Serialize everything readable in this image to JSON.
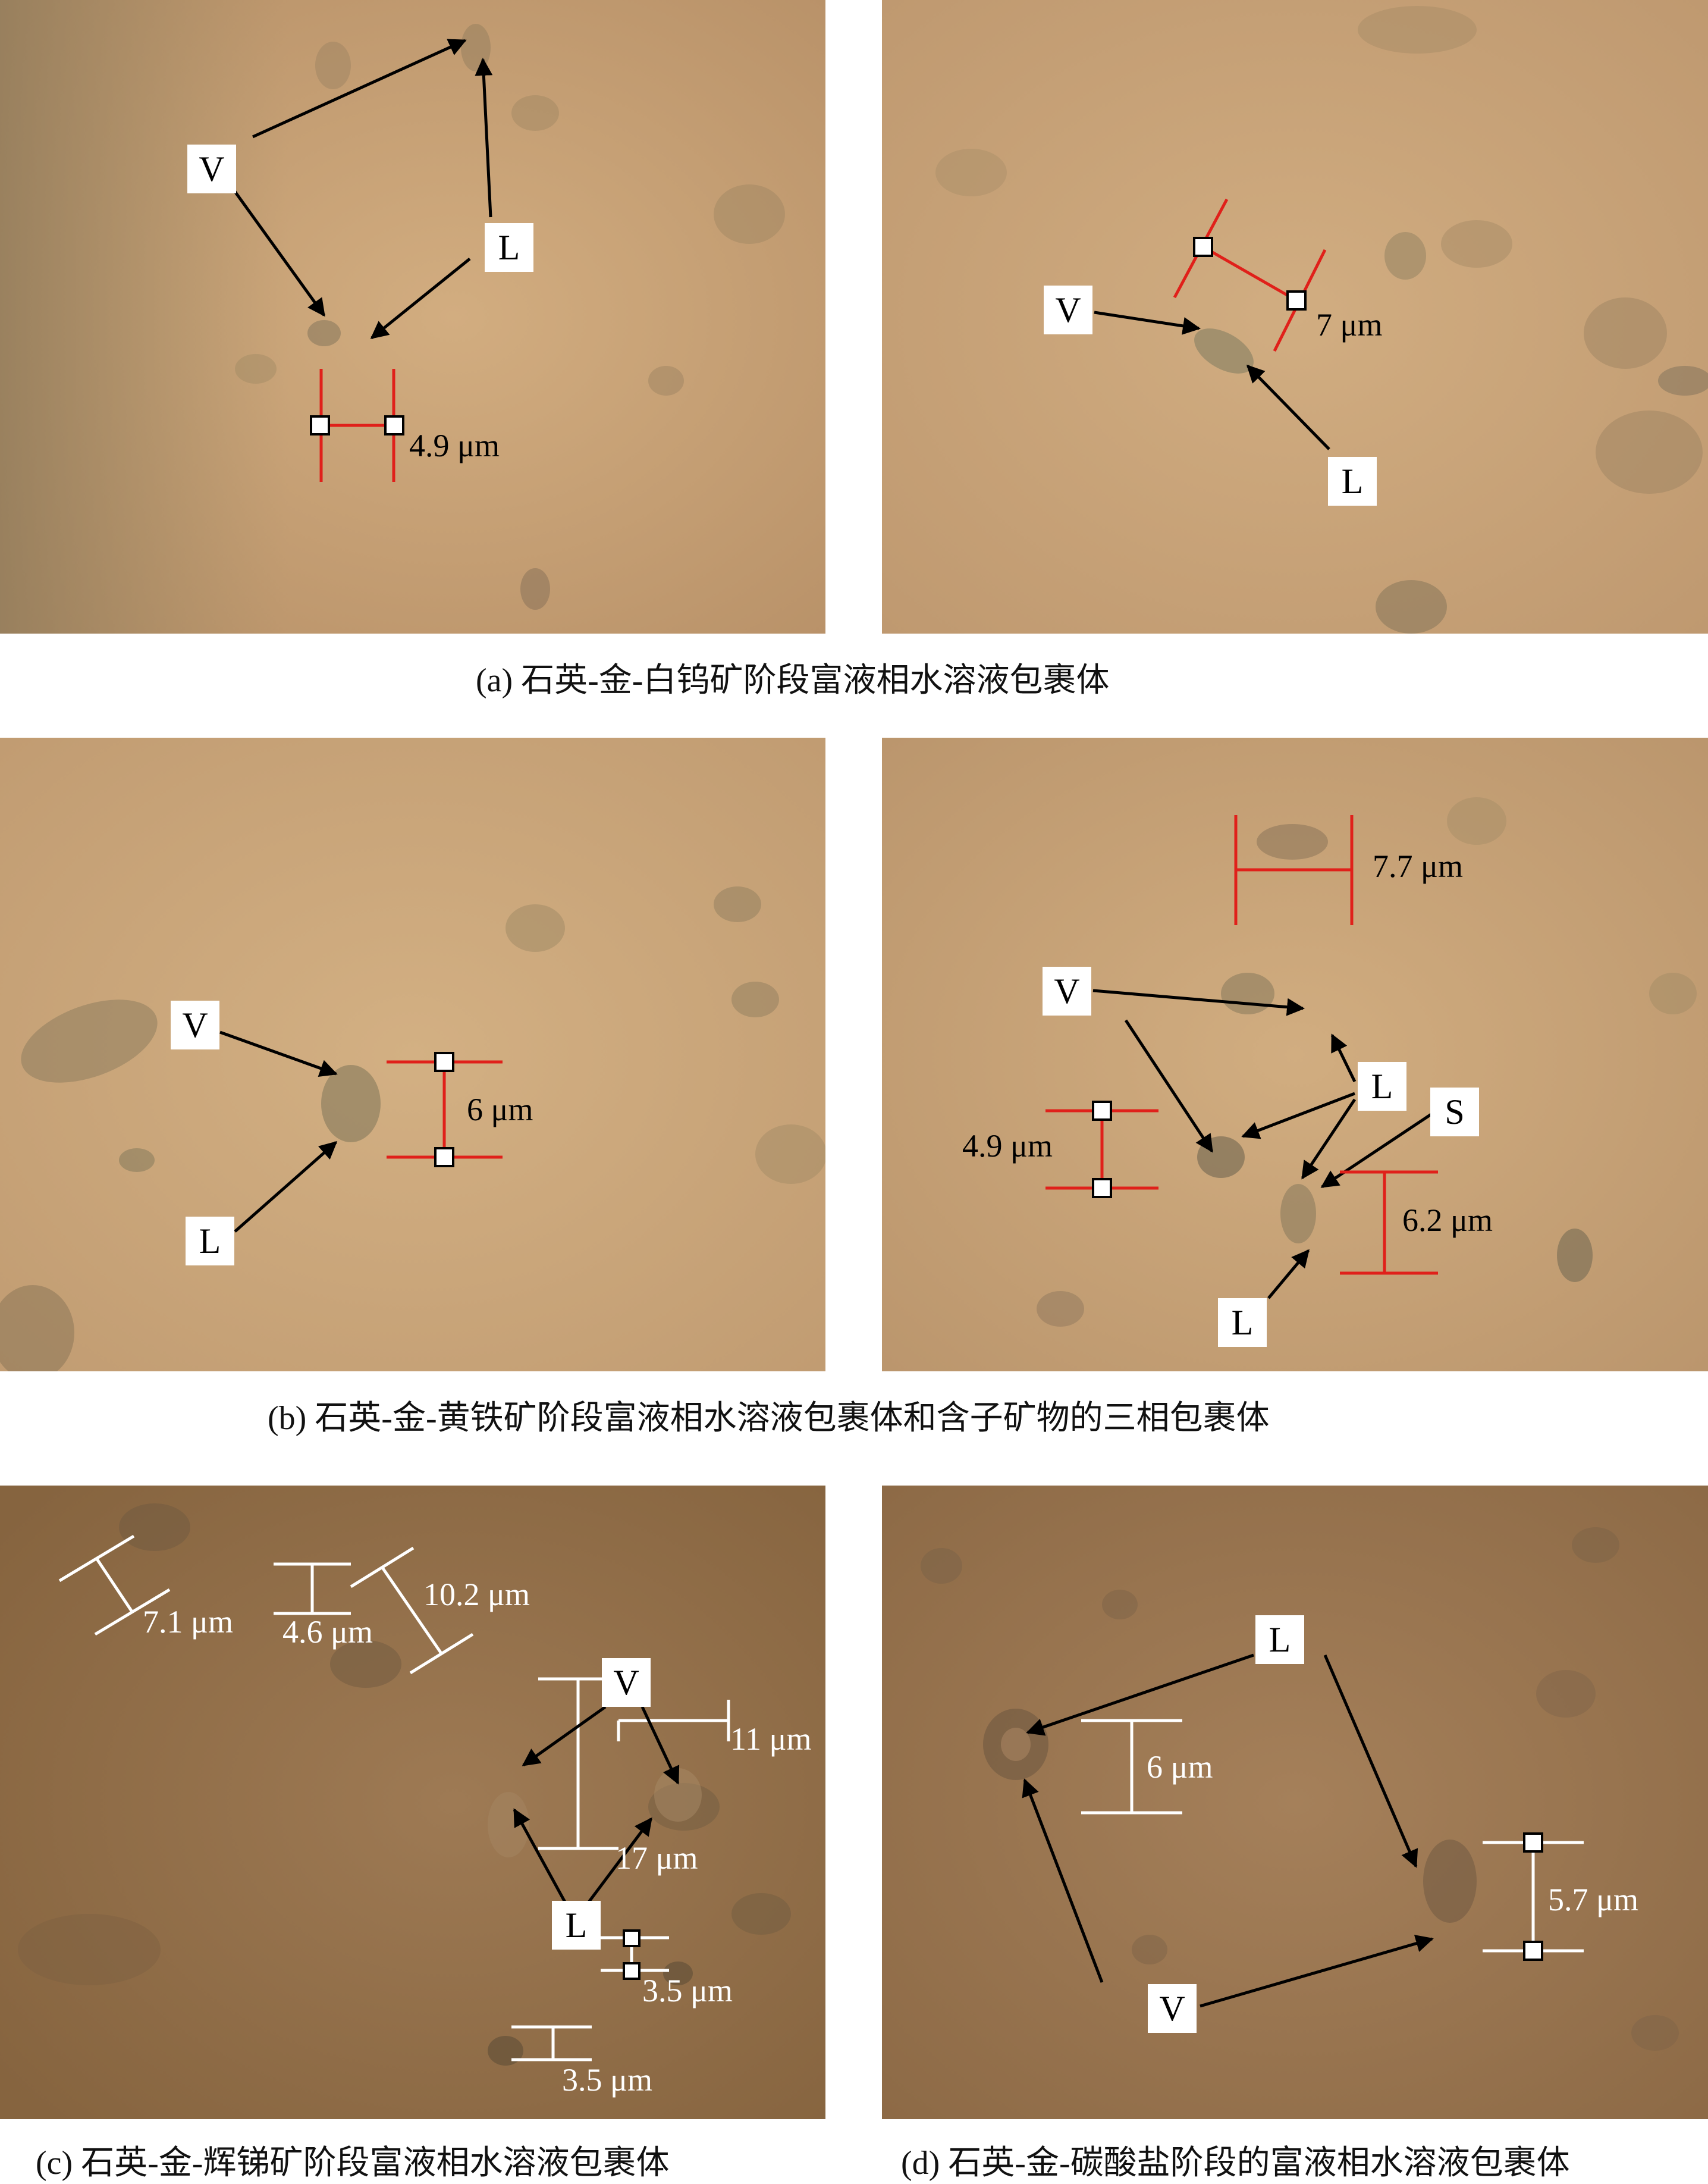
{
  "captions": {
    "a": "(a) 石英-金-白钨矿阶段富液相水溶液包裹体",
    "b": "(b) 石英-金-黄铁矿阶段富液相水溶液包裹体和含子矿物的三相包裹体",
    "c": "(c) 石英-金-辉锑矿阶段富液相水溶液包裹体",
    "d": "(d) 石英-金-碳酸盐阶段的富液相水溶液包裹体"
  },
  "labels": {
    "vapor": "V",
    "liquid": "L",
    "solid": "S"
  },
  "measurements": {
    "a1": "4.9 μm",
    "a2": "7 μm",
    "b1": "6 μm",
    "b2_top": "7.7 μm",
    "b2_left": "4.9 μm",
    "b2_right": "6.2 μm",
    "c_1": "7.1 μm",
    "c_2": "4.6 μm",
    "c_3": "10.2 μm",
    "c_4": "11 μm",
    "c_5": "17 μm",
    "c_6": "3.5 μm",
    "c_7": "3.5 μm",
    "d_1": "6 μm",
    "d_2": "5.7 μm"
  },
  "colors": {
    "light_bg": "#c9a274",
    "dark_bg": "#8c6a48",
    "red_marker": "#e0201a",
    "white_marker": "#ffffff"
  }
}
